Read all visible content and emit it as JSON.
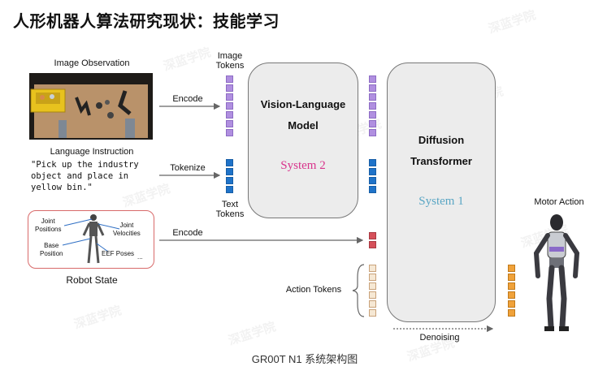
{
  "title": "人形机器人算法研究现状：技能学习",
  "watermark": "深蓝学院",
  "image_observation_label": "Image Observation",
  "language_instruction_label": "Language Instruction",
  "instruction_text": "\"Pick up the industry\nobject and place in\nyellow bin.\"",
  "robot_state": {
    "label": "Robot State",
    "joint_positions": "Joint\nPositions",
    "joint_velocities": "Joint\nVelocities",
    "base_position": "Base\nPosition",
    "eef_poses": "EEF Poses",
    "ellipsis": "..."
  },
  "arrows": {
    "encode_image": "Encode",
    "tokenize": "Tokenize",
    "encode_state": "Encode"
  },
  "image_tokens_label": "Image\nTokens",
  "text_tokens_label": "Text\nTokens",
  "vlm": {
    "title": "Vision-Language\nModel",
    "system": "System 2"
  },
  "dit": {
    "title": "Diffusion\nTransformer",
    "system": "System 1"
  },
  "action_tokens_label": "Action Tokens",
  "denoising_label": "Denoising",
  "motor_action_label": "Motor Action",
  "caption": "GR00T N1 系统架构图",
  "colors": {
    "image_token": "#b08fe0",
    "text_token": "#1f73c9",
    "state_token": "#d6505a",
    "action_token_light": "#f6e8d4",
    "action_token_mid": "#f0c896",
    "action_token_dark": "#f0a23a",
    "system2": "#d8348c",
    "system1": "#5aa6c4"
  }
}
